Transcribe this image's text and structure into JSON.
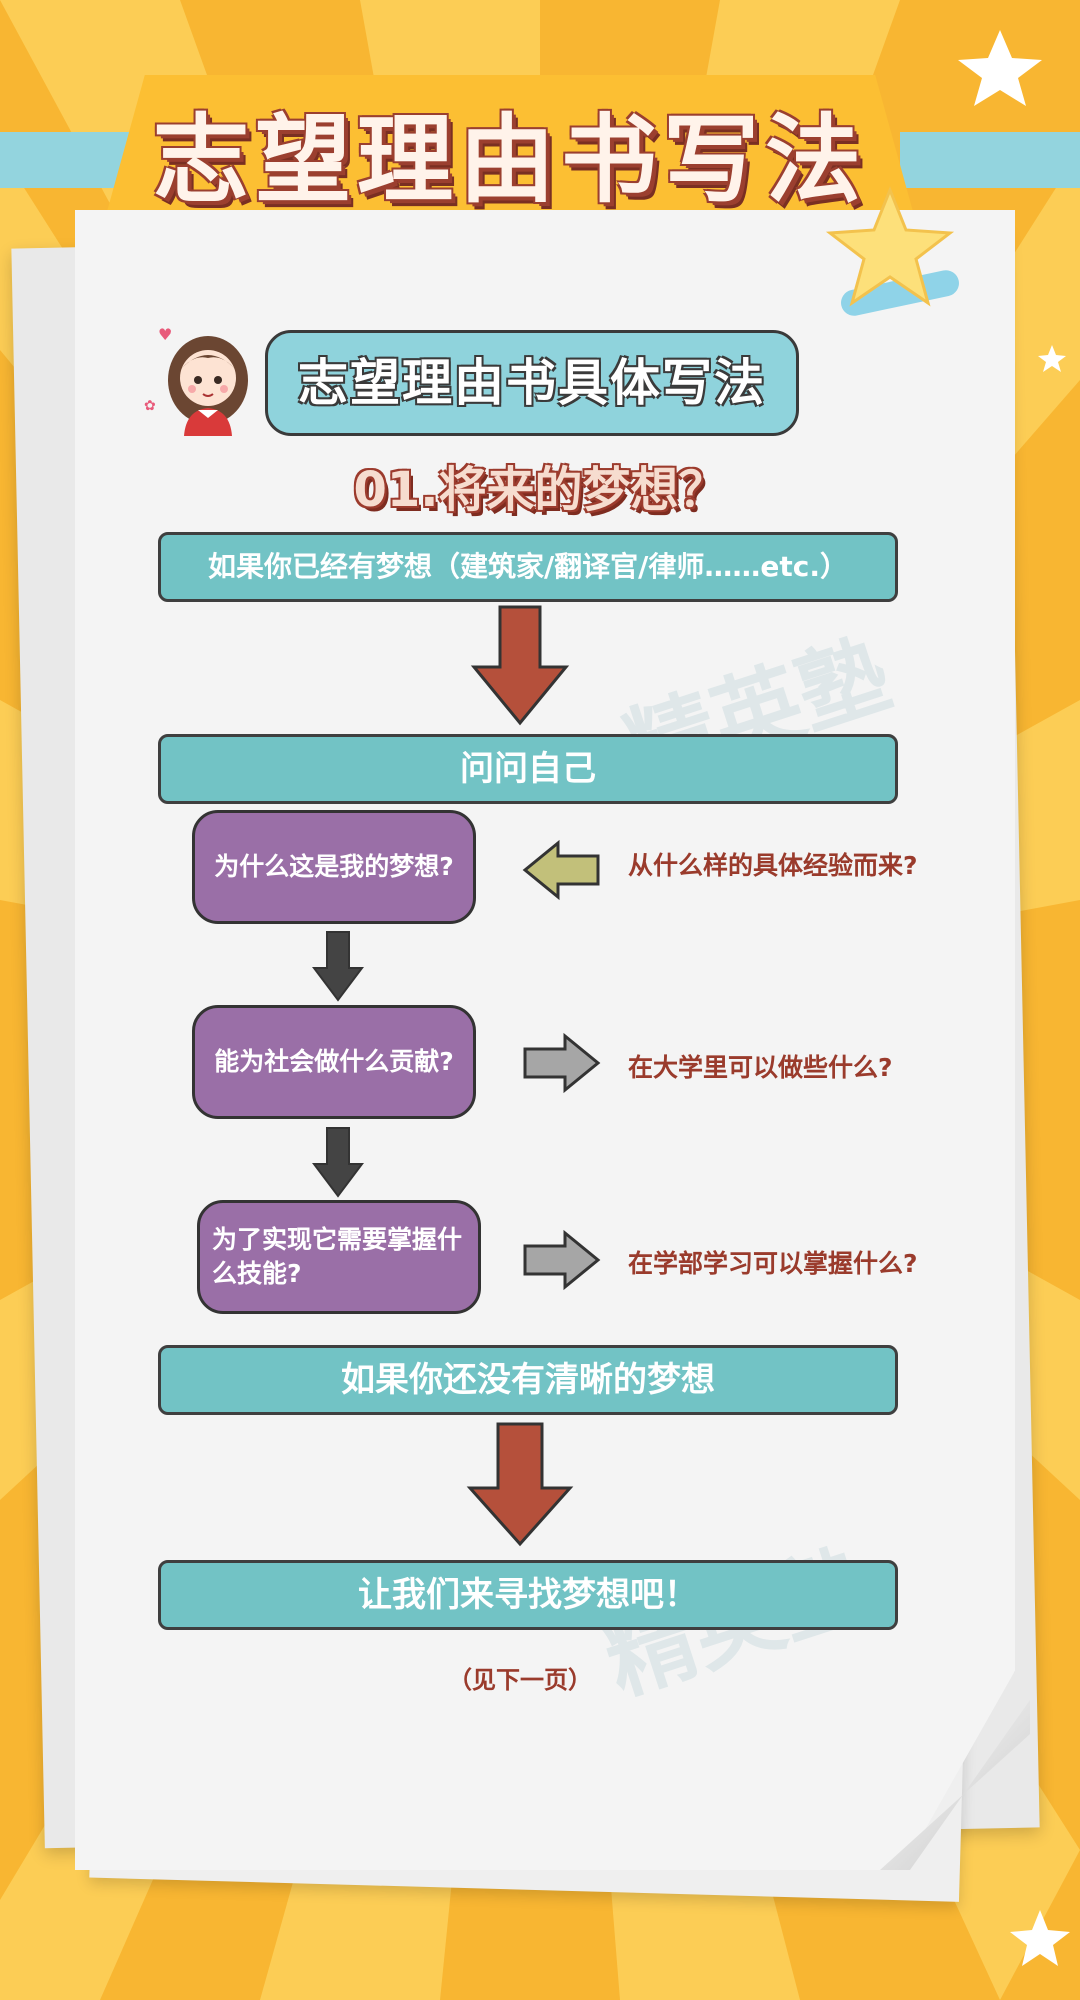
{
  "title": "志望理由书写法",
  "subtitle": "志望理由书具体写法",
  "section_title": "01.将来的梦想？",
  "branch_top": "如果你已经有梦想（建筑家/翻译官/律师……etc.）",
  "ask_yourself": "问问自己",
  "questions": [
    {
      "box": "为什么这是我的梦想?",
      "side": "从什么样的具体经验而来?"
    },
    {
      "box": "能为社会做什么贡献?",
      "side": "在大学里可以做些什么?"
    },
    {
      "box": "为了实现它需要掌握什么技能?",
      "side": "在学部学习可以掌握什么?"
    }
  ],
  "branch_bottom": "如果你还没有清晰的梦想",
  "final": "让我们来寻找梦想吧！",
  "note": "（见下一页）",
  "watermark_text": "精英塾",
  "colors": {
    "background": "#f8b632",
    "teal": "#72c3c5",
    "purple": "#9a6fa7",
    "red_arrow": "#b5503b",
    "dark_arrow": "#444444",
    "olive_arrow": "#c2c07a",
    "gray_arrow": "#a6a6a6",
    "text_red": "#9a3b2c"
  }
}
